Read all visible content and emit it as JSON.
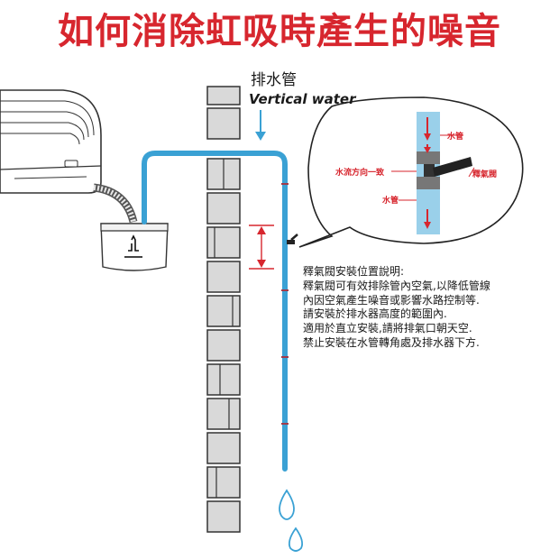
{
  "title": "如何消除虹吸時產生的噪音",
  "pipe_label": "排水管",
  "pipe_label_en": "Vertical water",
  "callout": {
    "top_pipe": "水管",
    "flow": "水流方向一致",
    "valve": "釋氣閥",
    "bottom_pipe": "水管"
  },
  "description": [
    "釋氣閥安裝位置說明:",
    "釋氣閥可有效排除管內空氣,以降低管線",
    "內因空氣產生噪音或影響水路控制等.",
    "請安裝於排水器高度的範圍內.",
    "適用於直立安裝,請將排氣口朝天空.",
    "禁止安裝在水管轉角處及排水器下方."
  ],
  "colors": {
    "title": "#d7262e",
    "pipe": "#3aa1d4",
    "accent_red": "#d7262e",
    "valve": "#222222",
    "brick": "#d9d9d9",
    "brick_stroke": "#333333"
  }
}
